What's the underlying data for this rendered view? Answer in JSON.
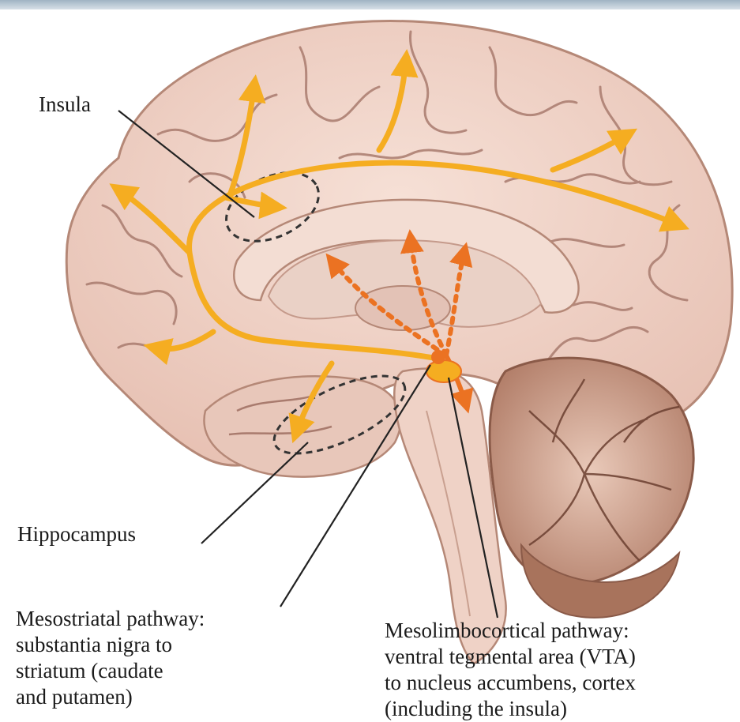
{
  "labels": {
    "insula": "Insula",
    "hippocampus": "Hippocampus",
    "mesostriatal": "Mesostriatal pathway:\nsubstantia nigra to\nstriatum (caudate\nand putamen)",
    "mesolimbocortical": "Mesolimbocortical pathway:\nventral tegmental area (VTA)\nto nucleus accumbens, cortex\n(including the insula)"
  },
  "colors": {
    "brain_fill": "#f1d5cb",
    "brain_shade": "#d9b2a4",
    "sulcus": "#a97b6e",
    "pathway_yellow": "#f5ad21",
    "pathway_orange": "#eb7222",
    "cerebellum": "#b07c66",
    "leader_line": "#222222"
  }
}
